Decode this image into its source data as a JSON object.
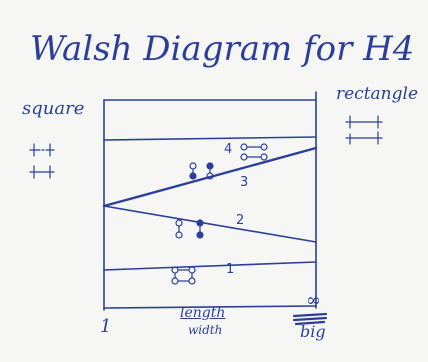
{
  "title": "Walsh Diagram for H4",
  "left_label": "square",
  "right_label": "rectangle",
  "x_axis": {
    "left_value": "1",
    "right_value": "∞",
    "label": "length",
    "sublabel": "width",
    "right_note": "big"
  },
  "levels": [
    "4",
    "3",
    "2",
    "1"
  ],
  "ink_color": "#2b3f9a"
}
